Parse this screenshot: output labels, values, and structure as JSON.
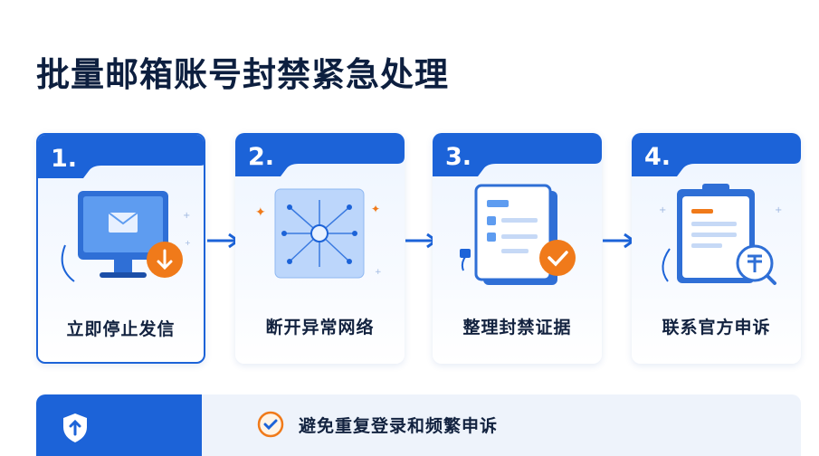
{
  "title": "批量邮箱账号封禁紧急处理",
  "steps": [
    {
      "number": "1.",
      "label": "立即停止发信",
      "icon": "monitor-mail-download-icon"
    },
    {
      "number": "2.",
      "label": "断开异常网络",
      "icon": "network-disconnect-icon"
    },
    {
      "number": "3.",
      "label": "整理封禁证据",
      "icon": "document-check-icon"
    },
    {
      "number": "4.",
      "label": "联系官方申诉",
      "icon": "clipboard-currency-icon"
    }
  ],
  "banner": {
    "text": "避免重复登录和频繁申诉",
    "left_icon": "shield-up-arrow-icon",
    "check_icon": "check-circle-icon"
  },
  "colors": {
    "primary": "#1c63d8",
    "accent_orange": "#f07a1a",
    "title": "#0d1f3f"
  }
}
